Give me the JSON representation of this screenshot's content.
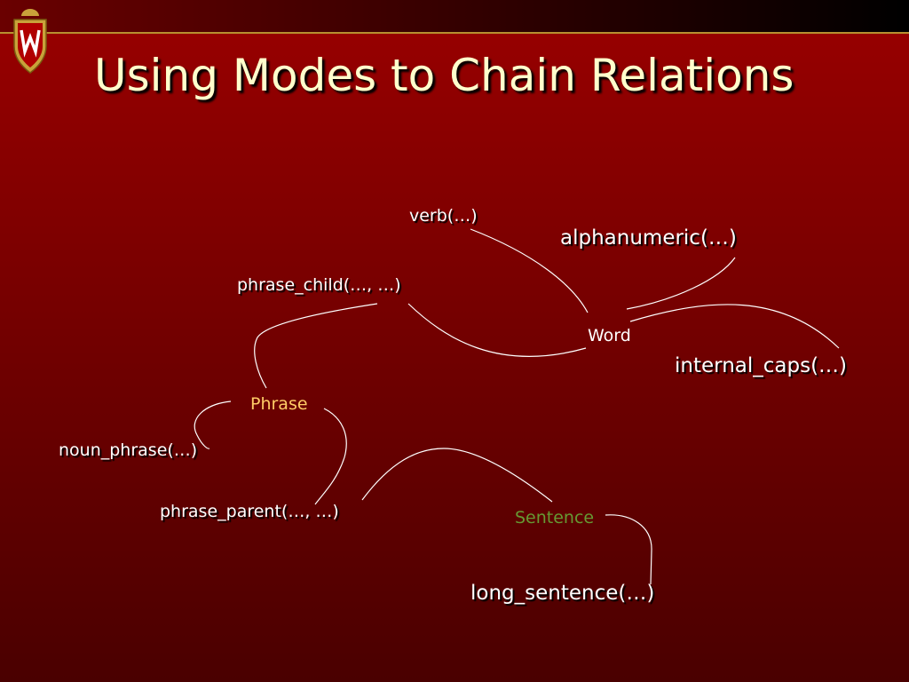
{
  "title": "Using Modes to Chain Relations",
  "colors": {
    "title": "#ffffcc",
    "relation_text": "#ffffff",
    "word_node": "#ffffff",
    "phrase_node": "#ffcc66",
    "sentence_node": "#669933",
    "edge": "#ffffff"
  },
  "icons": {
    "crest": "university-crest-icon"
  },
  "diagram": {
    "nodes": {
      "word": "Word",
      "phrase": "Phrase",
      "sentence": "Sentence"
    },
    "relations": {
      "verb": "verb(…)",
      "alphanumeric": "alphanumeric(…)",
      "phrase_child": "phrase_child(…, …)",
      "internal_caps": "internal_caps(…)",
      "noun_phrase": "noun_phrase(…)",
      "phrase_parent": "phrase_parent(…, …)",
      "long_sentence": "long_sentence(…)"
    }
  }
}
